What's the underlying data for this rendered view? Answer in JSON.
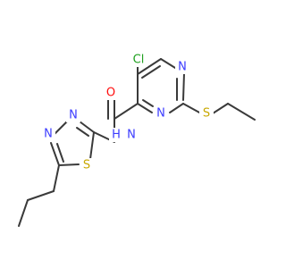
{
  "molecule": {
    "colors": {
      "bond": "#3a3a3a",
      "N": "#3b3bff",
      "O": "#ff0d0d",
      "S": "#c8a800",
      "Cl": "#1fa01f",
      "background": "#ffffff"
    },
    "atoms": {
      "cl": {
        "text": "Cl",
        "element": "Cl"
      },
      "n_pyr_top": {
        "text": "N",
        "element": "N"
      },
      "n_pyr_bottom": {
        "text": "N",
        "element": "N"
      },
      "s_ethyl": {
        "text": "S",
        "element": "S"
      },
      "o_carbonyl": {
        "text": "O",
        "element": "O"
      },
      "n_amide": {
        "text": "N",
        "element": "N"
      },
      "h_amide": {
        "text": "H",
        "element": "N"
      },
      "n_thiadiazole_1": {
        "text": "N",
        "element": "N"
      },
      "n_thiadiazole_2": {
        "text": "N",
        "element": "N"
      },
      "s_thiadiazole": {
        "text": "S",
        "element": "S"
      }
    }
  }
}
